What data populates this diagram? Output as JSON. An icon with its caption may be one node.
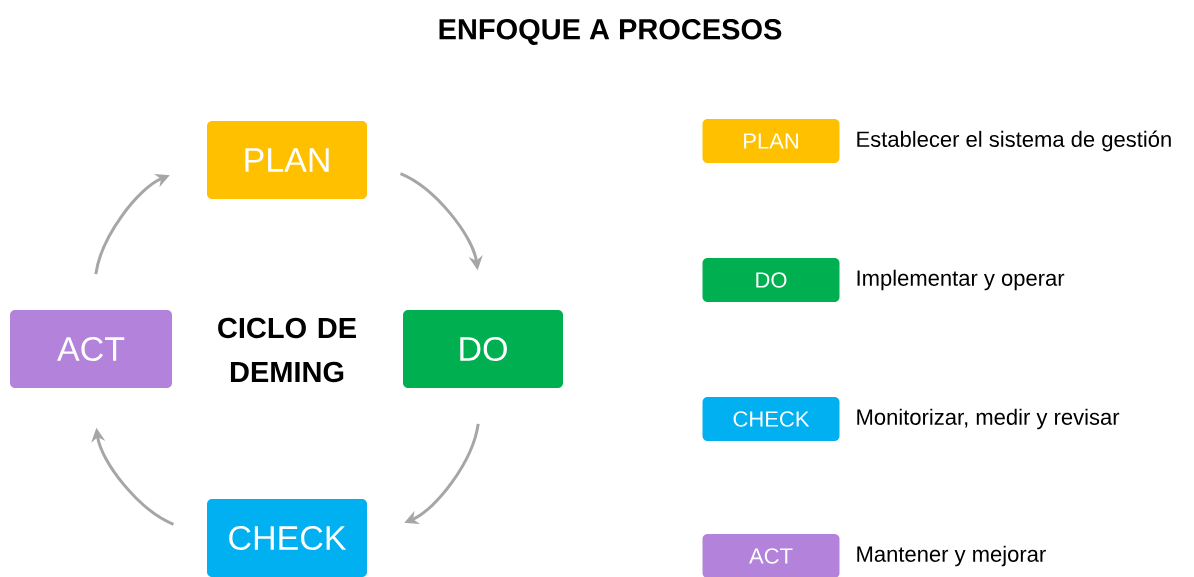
{
  "diagram": {
    "title": "ENFOQUE A PROCESOS",
    "nodes": [
      {
        "text": [
          "PLAN"
        ]
      },
      {
        "text": [
          "DO"
        ]
      },
      {
        "text": [
          "CHECK"
        ]
      },
      {
        "text": [
          "ACT"
        ]
      },
      {
        "text": [
          "PLAN"
        ],
        "beside": [
          "Establecer el sistema de gestión"
        ]
      },
      {
        "text": [
          "DO"
        ],
        "beside": [
          "Implementar y operar"
        ]
      },
      {
        "text": [
          "CHECK"
        ],
        "beside": [
          "Monitorizar, medir y revisar"
        ]
      },
      {
        "text": [
          "ACT"
        ],
        "beside": [
          "Mantener y mejorar"
        ]
      }
    ],
    "edges": [
      {
        "from": 0,
        "to": 1,
        "arrow": "to"
      },
      {
        "from": 1,
        "to": 2,
        "arrow": "to"
      },
      {
        "from": 2,
        "to": 3,
        "arrow": "to"
      },
      {
        "from": 3,
        "to": 0,
        "arrow": "to"
      }
    ],
    "labels": [
      "CICLO DE DEMING"
    ]
  }
}
